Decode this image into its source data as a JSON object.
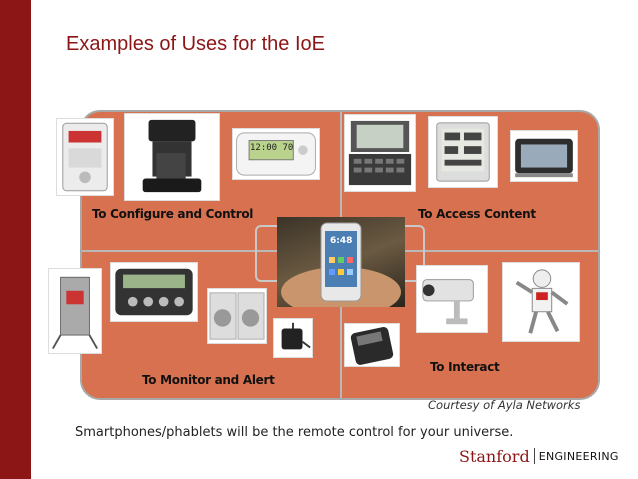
{
  "slide": {
    "title": "Examples of Uses for the IoE",
    "quadrants": {
      "top_left": "To Configure and Control",
      "top_right": "To Access Content",
      "bottom_left": "To Monitor and Alert",
      "bottom_right": "To Interact"
    },
    "courtesy": "Courtesy of Ayla Networks",
    "caption": "Smartphones/phablets will be the remote control for your universe.",
    "logo": {
      "primary": "Stanford",
      "secondary": "ENGINEERING"
    },
    "thermostat_display": "12:00 70",
    "phone_clock": "6:48"
  },
  "colors": {
    "accent": "#8c1515",
    "panel": "#d8714f",
    "divider": "#b9b9b9"
  }
}
